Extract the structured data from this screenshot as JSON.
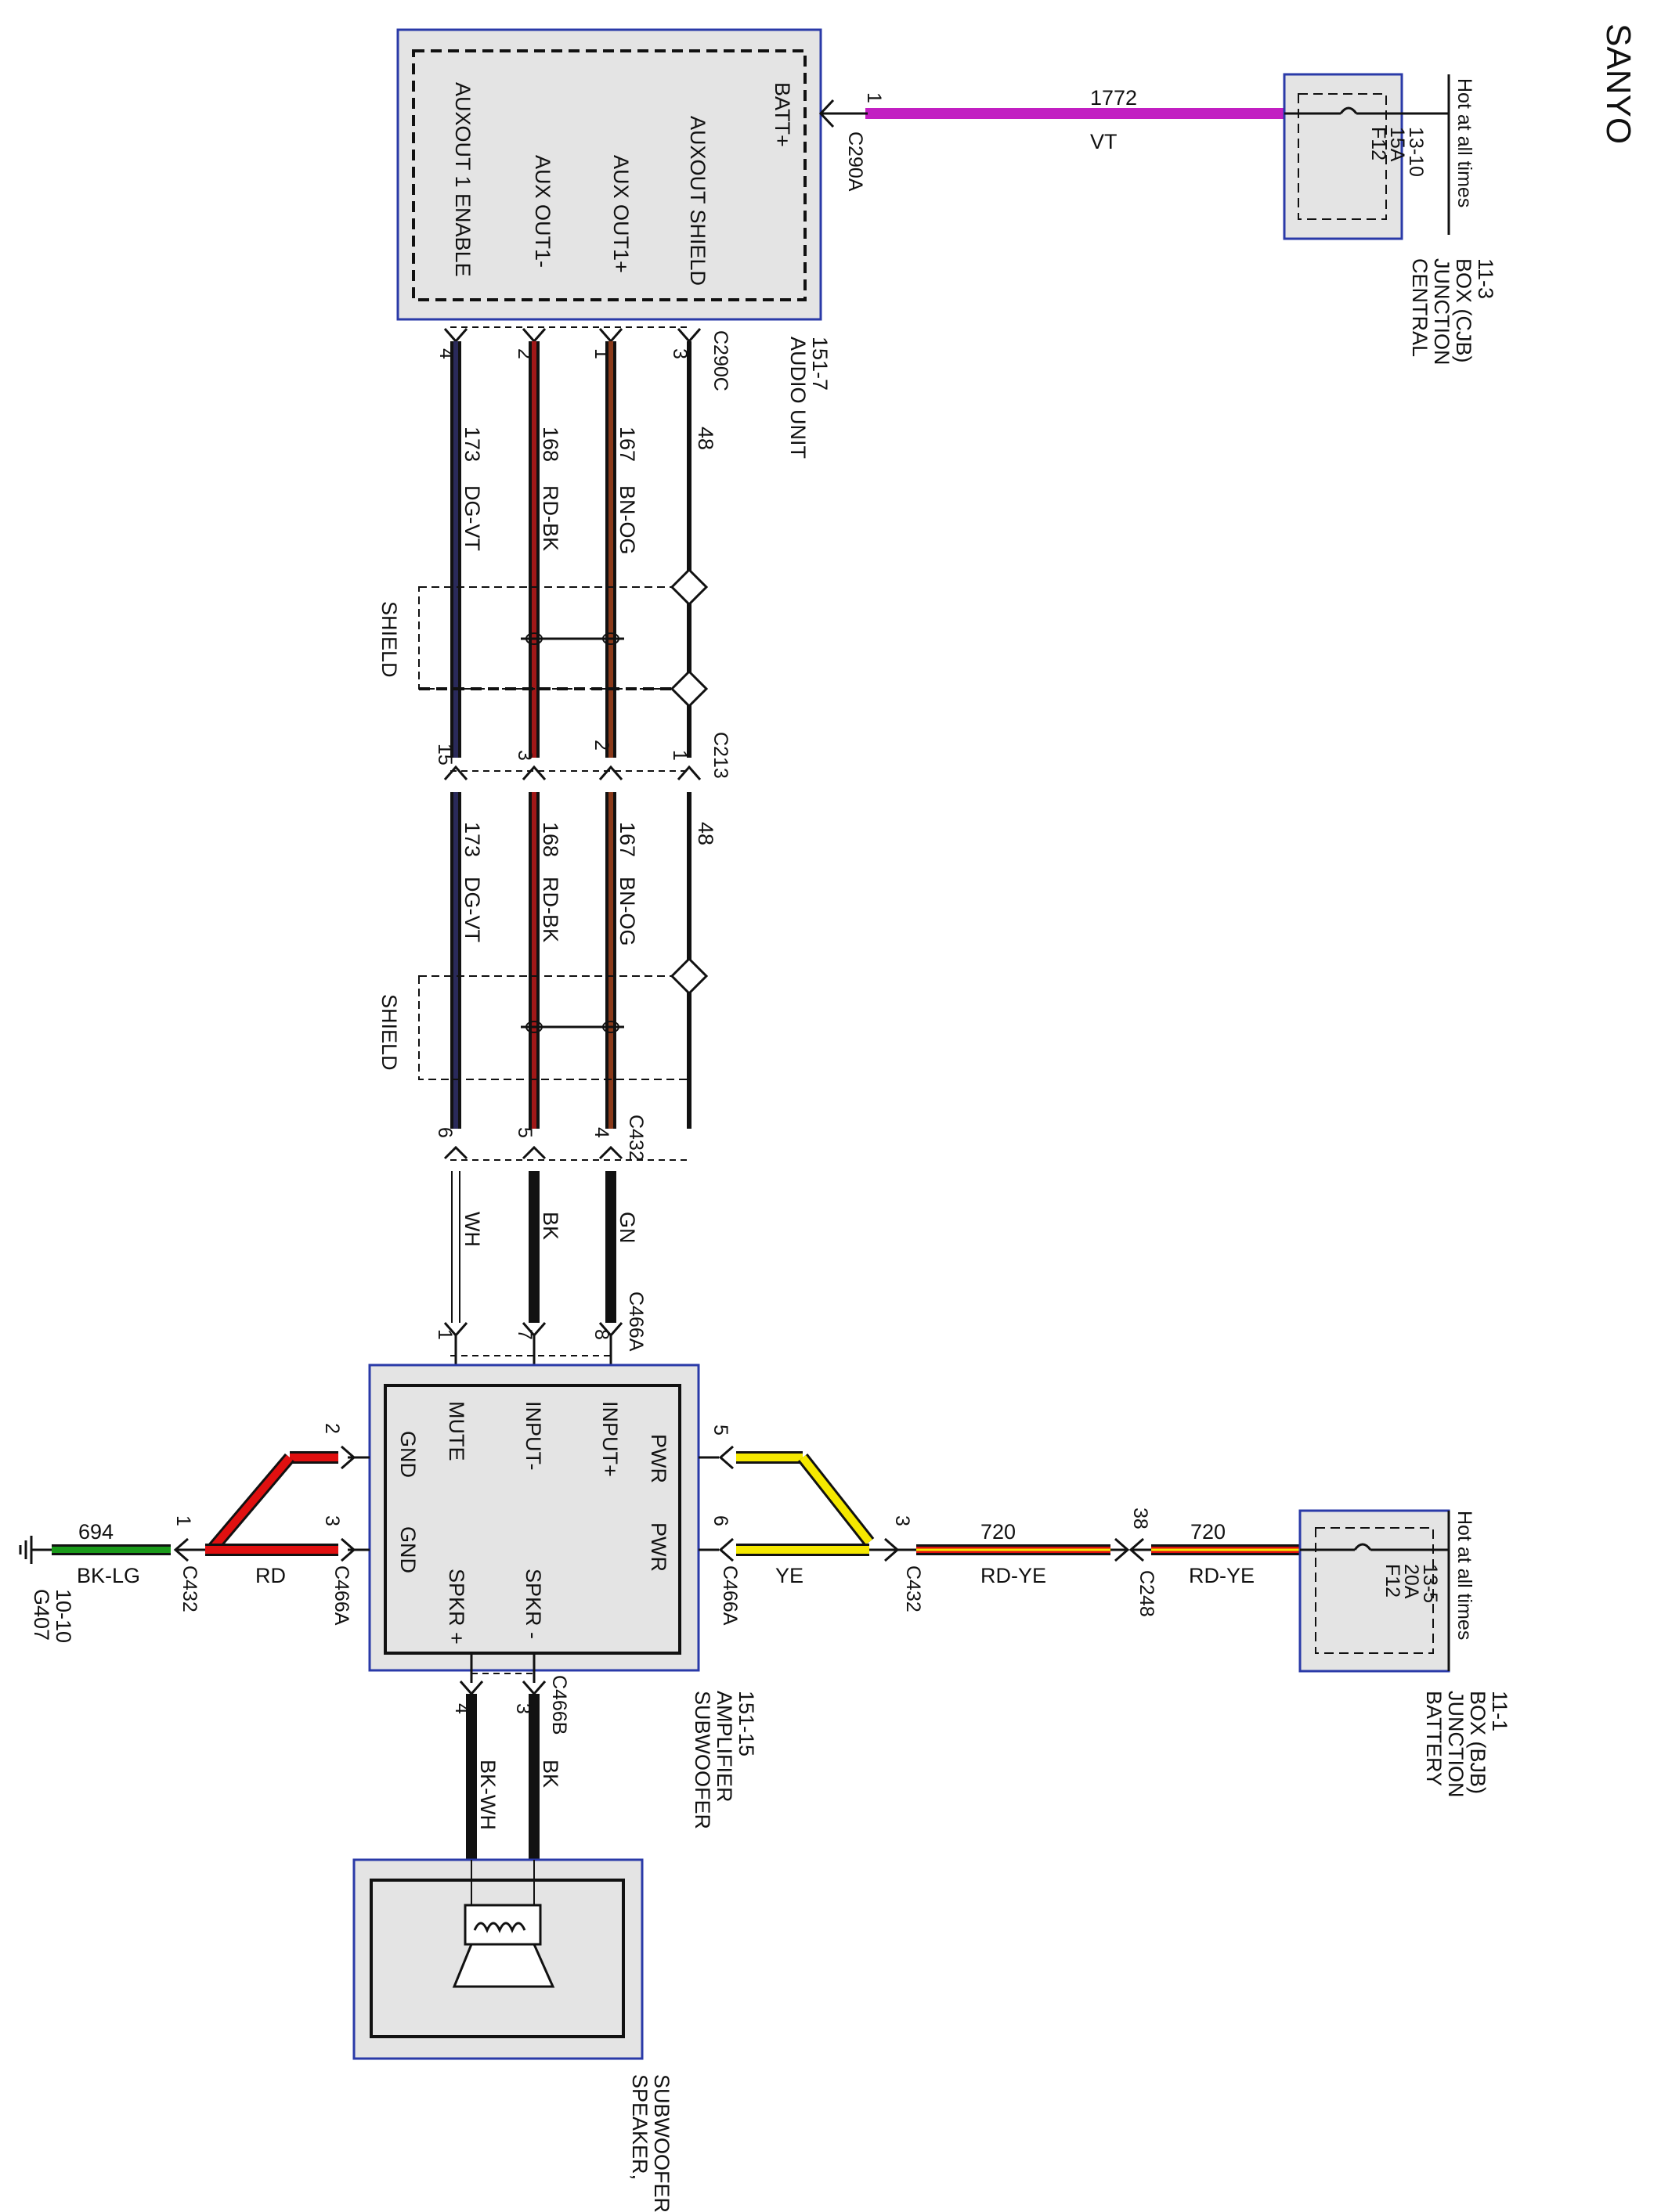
{
  "header": {
    "brand": "SANYO"
  },
  "hot_label": "Hot at all times",
  "cjb": {
    "name_lines": [
      "CENTRAL",
      "JUNCTION",
      "BOX (CJB)",
      "11-3"
    ],
    "fuse": [
      "F12",
      "15A",
      "13-10"
    ]
  },
  "bjb": {
    "name_lines": [
      "BATTERY",
      "JUNCTION",
      "BOX (BJB)",
      "11-1"
    ],
    "fuse": [
      "F12",
      "20A",
      "13-5"
    ]
  },
  "audio_unit": {
    "name_lines": [
      "AUDIO UNIT",
      "151-7"
    ],
    "pins": [
      "BATT+",
      "AUXOUT SHIELD",
      "AUX OUT1+",
      "AUX OUT1-",
      "AUXOUT 1 ENABLE"
    ],
    "c290a": "C290A",
    "c290a_pin": "1",
    "c290c": "C290C",
    "c290c_pins": [
      "3",
      "1",
      "2",
      "4"
    ]
  },
  "batt_wire": {
    "circuit": "1772",
    "color": "VT"
  },
  "harness1": [
    {
      "circuit": "48",
      "color": ""
    },
    {
      "circuit": "167",
      "color": "BN-OG"
    },
    {
      "circuit": "168",
      "color": "RD-BK"
    },
    {
      "circuit": "173",
      "color": "DG-VT"
    }
  ],
  "shield_label": "SHIELD",
  "c213": {
    "name": "C213",
    "pins": [
      "1",
      "2",
      "3",
      "15"
    ]
  },
  "harness2": [
    {
      "circuit": "48",
      "color": ""
    },
    {
      "circuit": "167",
      "color": "BN-OG"
    },
    {
      "circuit": "168",
      "color": "RD-BK"
    },
    {
      "circuit": "173",
      "color": "DG-VT"
    }
  ],
  "c432_top": {
    "name": "C432",
    "pins": [
      "4",
      "5",
      "6"
    ]
  },
  "harness3": [
    "GN",
    "BK",
    "WH"
  ],
  "c466a_top": {
    "name": "C466A",
    "pins": [
      "8",
      "7",
      "1"
    ]
  },
  "sub_amp": {
    "name_lines": [
      "SUBWOOFER",
      "AMPLIFIER",
      "151-15"
    ],
    "left_col": [
      "PWR",
      "INPUT+",
      "INPUT-",
      "MUTE",
      "GND"
    ],
    "right_col": [
      "PWR",
      "SPKR -",
      "SPKR +",
      "GND"
    ]
  },
  "power": {
    "pin5": "5",
    "pin6": "6",
    "pin3": "3",
    "pin38": "38",
    "c466a": "C466A",
    "c432": "C432",
    "c248": "C248",
    "ye": "YE",
    "seg1": {
      "circuit": "720",
      "color": "RD-YE"
    },
    "seg2": {
      "circuit": "720",
      "color": "RD-YE"
    }
  },
  "ground": {
    "pin2": "2",
    "pin3": "3",
    "pin1": "1",
    "c466a": "C466A",
    "c432": "C432",
    "rd": "RD",
    "wire": {
      "circuit": "694",
      "color": "BK-LG"
    },
    "g_lines": [
      "G407",
      "10-10"
    ]
  },
  "speaker": {
    "c466b": "C466B",
    "pins": [
      "4",
      "3"
    ],
    "colors": [
      "BK-WH",
      "BK"
    ],
    "name_lines": [
      "SPEAKER,",
      "SUBWOOFER"
    ]
  },
  "colors": {
    "vt": "#c21fc2",
    "ye": "#f5e800",
    "rd": "#e01010",
    "gn": "#1a9a1a",
    "box_fill": "#e4e4e4",
    "box_border": "#2a3aa8",
    "rd_bk": "#a01818",
    "dg_vt": "#2a2a5a",
    "bn_og": "#8a3a1a"
  }
}
